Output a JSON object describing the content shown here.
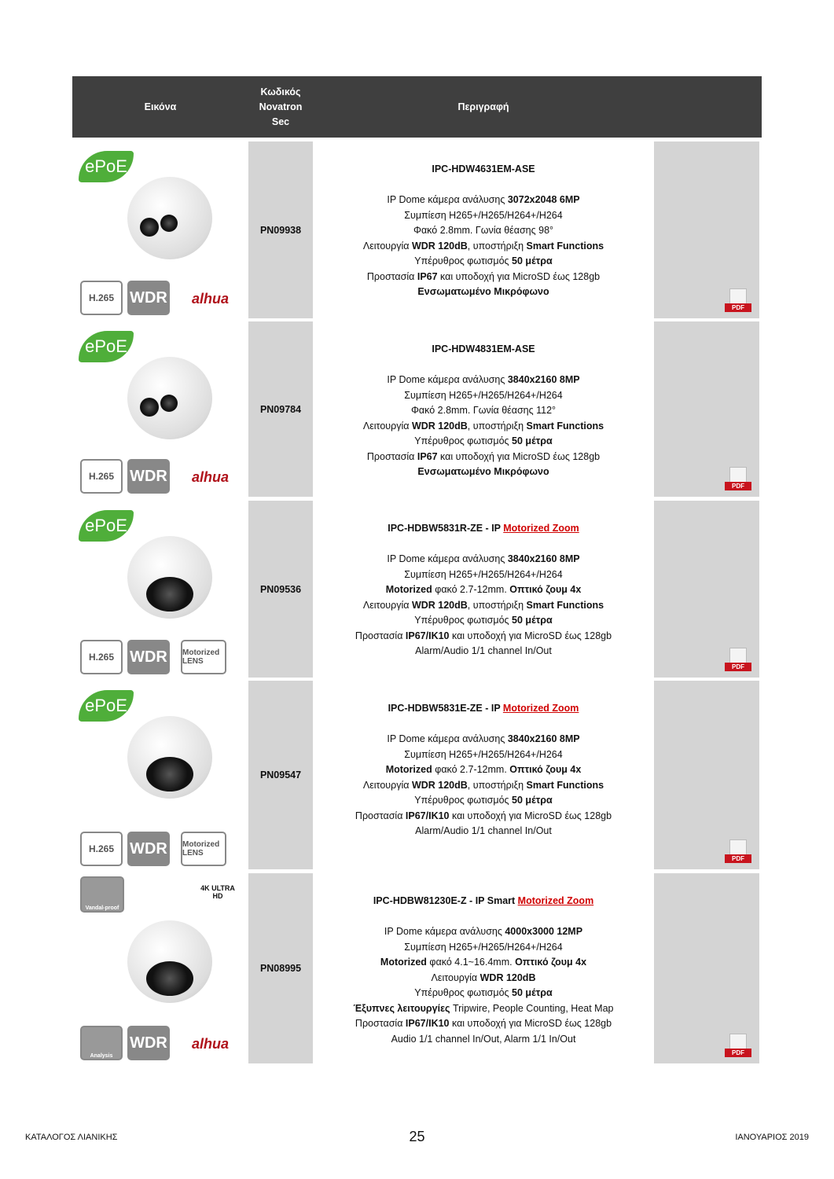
{
  "header": {
    "col_image": "Εικόνα",
    "col_code": [
      "Κωδικός",
      "Novatron",
      "Sec"
    ],
    "col_desc": "Περιγραφή"
  },
  "rows": [
    {
      "code": "PN09938",
      "title": [
        {
          "t": "IPC-HDW4631EM-ASE"
        }
      ],
      "badges": [
        "H.265",
        "WDR"
      ],
      "brand": "alhua",
      "lines": [
        [
          {
            "t": "IP Dome κάμερα ανάλυσης "
          },
          {
            "t": "3072x2048 6MP",
            "b": 1
          }
        ],
        [
          {
            "t": "Συμπίεση H265+/H265/H264+/H264"
          }
        ],
        [
          {
            "t": "Φακό 2.8mm. Γωνία θέασης 98°"
          }
        ],
        [
          {
            "t": "Λειτουργία "
          },
          {
            "t": "WDR 120dB",
            "b": 1
          },
          {
            "t": ", υποστήριξη "
          },
          {
            "t": "Smart Functions",
            "b": 1
          }
        ],
        [
          {
            "t": "Υπέρυθρος φωτισμός "
          },
          {
            "t": "50 μέτρα",
            "b": 1
          }
        ],
        [
          {
            "t": "Προστασία "
          },
          {
            "t": "IP67",
            "b": 1
          },
          {
            "t": " και υποδοχή για MicroSD έως 128gb"
          }
        ],
        [
          {
            "t": "Ενσωματωμένο Μικρόφωνο",
            "b": 1
          }
        ]
      ]
    },
    {
      "code": "PN09784",
      "title": [
        {
          "t": "IPC-HDW4831EM-ASE"
        }
      ],
      "badges": [
        "H.265",
        "WDR"
      ],
      "brand": "alhua",
      "lines": [
        [
          {
            "t": "IP Dome κάμερα ανάλυσης "
          },
          {
            "t": "3840x2160 8MP",
            "b": 1
          }
        ],
        [
          {
            "t": "Συμπίεση H265+/H265/H264+/H264"
          }
        ],
        [
          {
            "t": "Φακό 2.8mm. Γωνία θέασης 112°"
          }
        ],
        [
          {
            "t": "Λειτουργία "
          },
          {
            "t": "WDR 120dB",
            "b": 1
          },
          {
            "t": ", υποστήριξη "
          },
          {
            "t": "Smart Functions",
            "b": 1
          }
        ],
        [
          {
            "t": "Υπέρυθρος φωτισμός "
          },
          {
            "t": "50 μέτρα",
            "b": 1
          }
        ],
        [
          {
            "t": "Προστασία "
          },
          {
            "t": "IP67",
            "b": 1
          },
          {
            "t": " και υποδοχή για MicroSD έως 128gb"
          }
        ],
        [
          {
            "t": "Ενσωματωμένο Μικρόφωνο",
            "b": 1
          }
        ]
      ]
    },
    {
      "code": "PN09536",
      "title": [
        {
          "t": "IPC-HDBW5831R-ZE - IP "
        },
        {
          "t": "Motorized Zoom ",
          "r": 1
        }
      ],
      "badges": [
        "H.265",
        "WDR",
        "Motorized LENS"
      ],
      "lines": [
        [
          {
            "t": "IP Dome κάμερα ανάλυσης "
          },
          {
            "t": "3840x2160 8MP",
            "b": 1
          }
        ],
        [
          {
            "t": "Συμπίεση H265+/H265/H264+/H264"
          }
        ],
        [
          {
            "t": "Motorized",
            "b": 1
          },
          {
            "t": " φακό 2.7-12mm. "
          },
          {
            "t": "Οπτικό ζουμ 4x",
            "b": 1
          }
        ],
        [
          {
            "t": "Λειτουργία "
          },
          {
            "t": "WDR 120dB",
            "b": 1
          },
          {
            "t": ", υποστήριξη "
          },
          {
            "t": "Smart Functions",
            "b": 1
          }
        ],
        [
          {
            "t": "Υπέρυθρος φωτισμός "
          },
          {
            "t": "50 μέτρα",
            "b": 1
          }
        ],
        [
          {
            "t": "Προστασία "
          },
          {
            "t": "IP67/IK10",
            "b": 1
          },
          {
            "t": " και υποδοχή για MicroSD έως 128gb"
          }
        ],
        [
          {
            "t": "Alarm/Audio 1/1 channel In/Out"
          }
        ]
      ]
    },
    {
      "code": "PN09547",
      "title": [
        {
          "t": "IPC-HDBW5831E-ZE - IP "
        },
        {
          "t": "Motorized Zoom ",
          "r": 1
        }
      ],
      "badges": [
        "H.265",
        "WDR",
        "Motorized LENS"
      ],
      "lines": [
        [
          {
            "t": "IP Dome κάμερα ανάλυσης "
          },
          {
            "t": "3840x2160 8MP",
            "b": 1
          }
        ],
        [
          {
            "t": "Συμπίεση H265+/H265/H264+/H264"
          }
        ],
        [
          {
            "t": "Motorized",
            "b": 1
          },
          {
            "t": " φακό 2.7-12mm. "
          },
          {
            "t": "Οπτικό ζουμ 4x",
            "b": 1
          }
        ],
        [
          {
            "t": "Λειτουργία "
          },
          {
            "t": "WDR 120dB",
            "b": 1
          },
          {
            "t": ", υποστήριξη "
          },
          {
            "t": "Smart Functions",
            "b": 1
          }
        ],
        [
          {
            "t": "Υπέρυθρος φωτισμός "
          },
          {
            "t": "50 μέτρα",
            "b": 1
          }
        ],
        [
          {
            "t": "Προστασία "
          },
          {
            "t": "IP67/IK10",
            "b": 1
          },
          {
            "t": " και υποδοχή για MicroSD έως 128gb"
          }
        ],
        [
          {
            "t": "Alarm/Audio 1/1 channel In/Out"
          }
        ]
      ]
    },
    {
      "code": "PN08995",
      "title": [
        {
          "t": "IPC-HDBW81230E-Z - IP Smart "
        },
        {
          "t": "Motorized Zoom",
          "r": 1
        }
      ],
      "badges": [
        "Analysis",
        "WDR"
      ],
      "brand": "alhua",
      "top_badges": [
        "Vandal-proof",
        "4K ULTRA HD"
      ],
      "lines": [
        [
          {
            "t": "IP Dome κάμερα ανάλυσης "
          },
          {
            "t": "4000x3000 12MP",
            "b": 1
          }
        ],
        [
          {
            "t": "Συμπίεση H265+/H265/H264+/H264"
          }
        ],
        [
          {
            "t": "Motorized",
            "b": 1
          },
          {
            "t": " φακό 4.1~16.4mm. "
          },
          {
            "t": "Οπτικό ζουμ 4x",
            "b": 1
          }
        ],
        [
          {
            "t": "Λειτουργία "
          },
          {
            "t": "WDR 120dB",
            "b": 1
          }
        ],
        [
          {
            "t": "Υπέρυθρος φωτισμός "
          },
          {
            "t": "50 μέτρα",
            "b": 1
          }
        ],
        [
          {
            "t": "Έξυπνες λειτουργίες",
            "b": 1
          },
          {
            "t": " Tripwire, People Counting, Heat Map"
          }
        ],
        [
          {
            "t": "Προστασία "
          },
          {
            "t": "IP67/IK10",
            "b": 1
          },
          {
            "t": " και υποδοχή για MicroSD έως 128gb"
          }
        ],
        [
          {
            "t": "Audio 1/1 channel In/Out, Alarm 1/1 In/Out"
          }
        ]
      ]
    }
  ],
  "epoe": "ePoE",
  "pdf": "PDF",
  "footer": {
    "left": "ΚΑΤΑΛΟΓΟΣ ΛΙΑΝΙΚΗΣ",
    "page": "25",
    "right": "ΙΑΝΟΥΑΡΙΟΣ 2019"
  }
}
